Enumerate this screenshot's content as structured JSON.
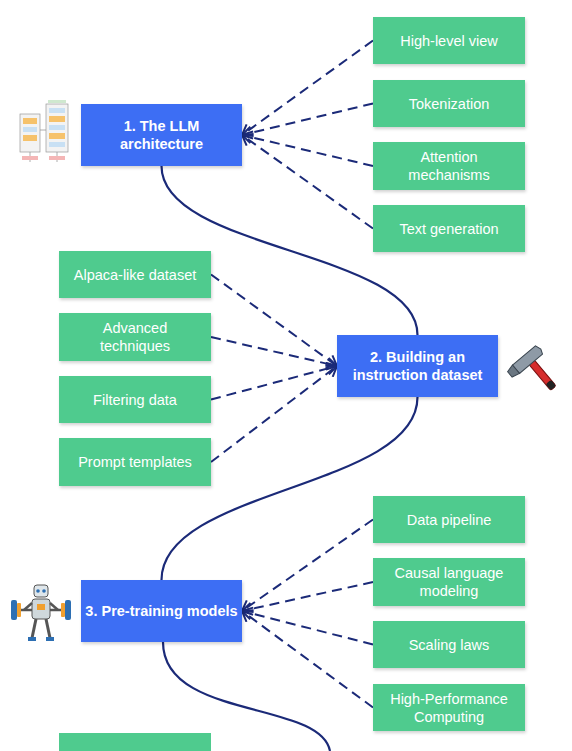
{
  "diagram": {
    "nodes": [
      {
        "text": [
          "1. The LLM architecture"
        ]
      },
      {
        "text": [
          "High-level view"
        ]
      },
      {
        "text": [
          "Tokenization"
        ]
      },
      {
        "text": [
          "Attention mechanisms"
        ]
      },
      {
        "text": [
          "Text generation"
        ]
      },
      {
        "text": [
          "2. Building an instruction dataset"
        ]
      },
      {
        "text": [
          "Alpaca-like dataset"
        ]
      },
      {
        "text": [
          "Advanced techniques"
        ]
      },
      {
        "text": [
          "Filtering data"
        ]
      },
      {
        "text": [
          "Prompt templates"
        ]
      },
      {
        "text": [
          "3. Pre-training models"
        ]
      },
      {
        "text": [
          "Data pipeline"
        ]
      },
      {
        "text": [
          "Causal language modeling"
        ]
      },
      {
        "text": [
          "Scaling laws"
        ]
      },
      {
        "text": [
          "High-Performance Computing"
        ]
      }
    ],
    "edges": [
      {
        "from": 1,
        "to": 0,
        "arrow": "to"
      },
      {
        "from": 2,
        "to": 0,
        "arrow": "to"
      },
      {
        "from": 3,
        "to": 0,
        "arrow": "to"
      },
      {
        "from": 4,
        "to": 0,
        "arrow": "to"
      },
      {
        "from": 0,
        "to": 5,
        "arrow": "none"
      },
      {
        "from": 6,
        "to": 5,
        "arrow": "to"
      },
      {
        "from": 7,
        "to": 5,
        "arrow": "to"
      },
      {
        "from": 8,
        "to": 5,
        "arrow": "to"
      },
      {
        "from": 9,
        "to": 5,
        "arrow": "to"
      },
      {
        "from": 5,
        "to": 10,
        "arrow": "none"
      },
      {
        "from": 11,
        "to": 10,
        "arrow": "to"
      },
      {
        "from": 12,
        "to": 10,
        "arrow": "to"
      },
      {
        "from": 13,
        "to": 10,
        "arrow": "to"
      },
      {
        "from": 14,
        "to": 10,
        "arrow": "to"
      }
    ]
  }
}
